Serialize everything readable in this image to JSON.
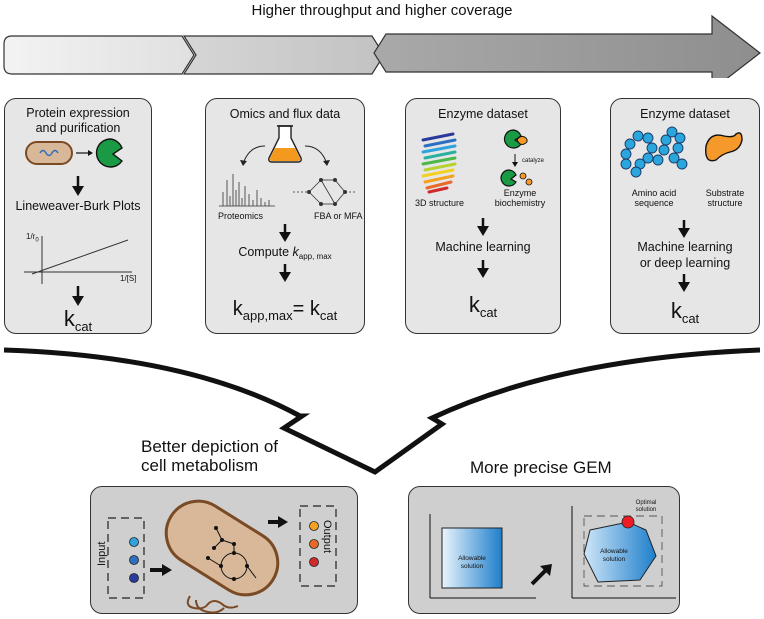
{
  "top_title": "Higher throughput and higher coverage",
  "panel1": {
    "title_line1": "Protein expression",
    "title_line2": "and purification",
    "plot_title": "Lineweaver-Burk Plots",
    "y_axis": "1/r",
    "y_axis_sub": "0",
    "x_axis": "1/[S]",
    "result_k": "k",
    "result_sub": "cat"
  },
  "panel2": {
    "title": "Omics and flux data",
    "label_left": "Proteomics",
    "label_right": "FBA or MFA",
    "compute_prefix": "Compute ",
    "compute_k": "k",
    "compute_sub": "app, max",
    "eq_left_k": "k",
    "eq_left_sub": "app,max",
    "eq_sign": "=",
    "eq_right_k": "k",
    "eq_right_sub": "cat"
  },
  "panel3": {
    "title": "Enzyme dataset",
    "catalyze": "catalyze",
    "label_left": "3D structure",
    "label_right_line1": "Enzyme",
    "label_right_line2": "biochemistry",
    "method": "Machine learning",
    "result_k": "k",
    "result_sub": "cat"
  },
  "panel4": {
    "title": "Enzyme dataset",
    "label_left_line1": "Amino acid",
    "label_left_line2": "sequence",
    "label_right_line1": "Substrate",
    "label_right_line2": "structure",
    "method_line1": "Machine learning",
    "method_line2": "or deep learning",
    "result_k": "k",
    "result_sub": "cat"
  },
  "bottom_left": {
    "heading_line1": "Better depiction of",
    "heading_line2": "cell metabolism",
    "input_label": "Input",
    "output_label": "Output"
  },
  "bottom_right": {
    "heading": "More precise GEM",
    "left_solution_line1": "Allowable",
    "left_solution_line2": "solution",
    "right_solution_line1": "Allowable",
    "right_solution_line2": "solution",
    "optimal_line1": "Optimal",
    "optimal_line2": "solution"
  },
  "colors": {
    "panel_fill": "#e6e6e6",
    "bottom_panel_fill": "#cfcfcf",
    "enzyme_green": "#1a9a45",
    "flask_orange": "#f39a1e",
    "cell_fill": "#d8b898",
    "cell_border": "#7a4a24",
    "aa_blue": "#2aa6dc",
    "substrate_orange": "#f59a2a",
    "input_dots": [
      "#2ea3de",
      "#2a6fc0",
      "#2a3a9c"
    ],
    "output_dots": [
      "#f4a020",
      "#e96a28",
      "#d02a2a"
    ],
    "optimal_red": "#ee1c24",
    "solution_blue": "#1d7fcc"
  }
}
